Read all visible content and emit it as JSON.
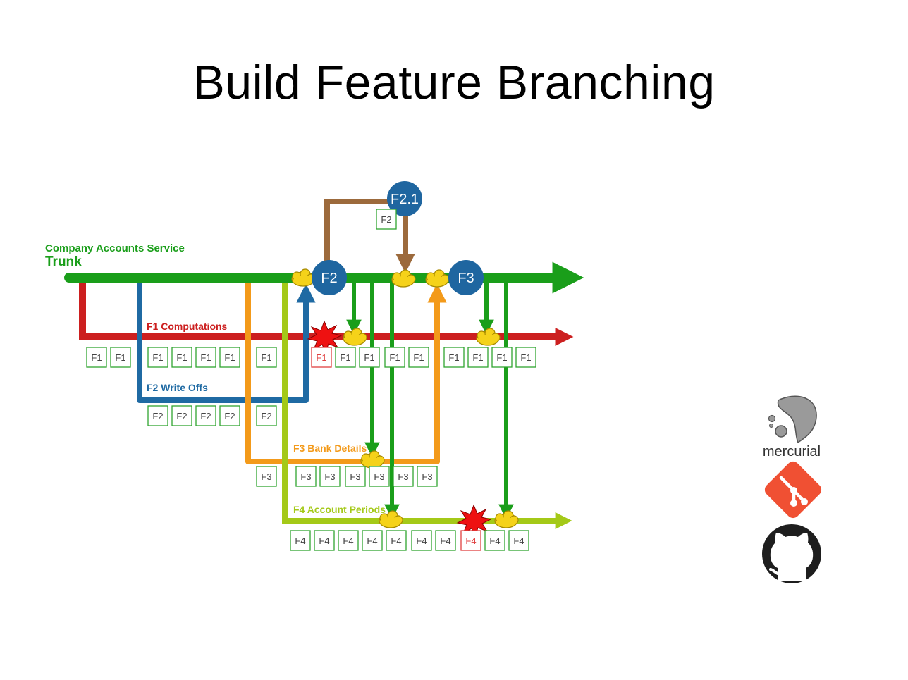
{
  "slide": {
    "title": "Build Feature Branching"
  },
  "colors": {
    "trunk": "#1a9e1a",
    "f1": "#cc1f1f",
    "f2": "#1f6aa3",
    "f3": "#f39a1a",
    "f4": "#a4c918",
    "f21": "#9c6a3c",
    "node": "#1f66a0",
    "merge": "#f5d21a",
    "conflict": "#ee1111",
    "box_ok": "#2fa52f",
    "box_bad": "#e04040"
  },
  "labels": {
    "service": "Company Accounts Service",
    "trunk": "Trunk",
    "f1": "F1 Computations",
    "f2": "F2 Write Offs",
    "f3": "F3 Bank Details",
    "f4": "F4 Account Periods"
  },
  "nodes": {
    "f21": "F2.1",
    "f2": "F2",
    "f3": "F3"
  },
  "commits": {
    "f21_row": [
      "F2"
    ],
    "f1_row": [
      "F1",
      "F1",
      "F1",
      "F1",
      "F1",
      "F1",
      "F1",
      "F1",
      "F1",
      "F1",
      "F1",
      "F1",
      "F1",
      "F1",
      "F1",
      "F1"
    ],
    "f2_row": [
      "F2",
      "F2",
      "F2",
      "F2",
      "F2"
    ],
    "f3_row": [
      "F3",
      "F3",
      "F3",
      "F3",
      "F3",
      "F3",
      "F3"
    ],
    "f4_row": [
      "F4",
      "F4",
      "F4",
      "F4",
      "F4",
      "F4",
      "F4",
      "F4",
      "F4",
      "F4"
    ]
  },
  "logos": {
    "mercurial": "mercurial",
    "git": "git-logo",
    "github": "github-octocat-icon"
  }
}
